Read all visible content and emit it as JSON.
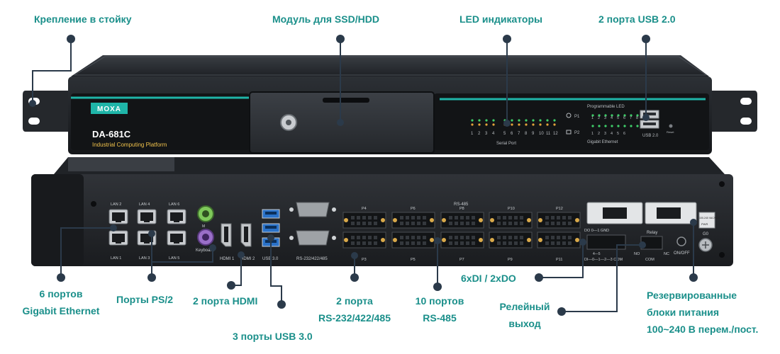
{
  "front": {
    "brand": "MOXA",
    "model": "DA-681C",
    "subtitle": "Industrial Computing Platform",
    "programmable_led": "Programmable LED",
    "serial_port": "Serial Port",
    "gigabit_ethernet": "Gigabit Ethernet",
    "usb": "USB 2.0",
    "reset": "Reset",
    "p1": "P1",
    "p2": "P2",
    "serial_numbers": [
      "1",
      "2",
      "3",
      "4",
      "5",
      "6",
      "7",
      "8",
      "9",
      "10",
      "11",
      "12"
    ],
    "led_numbers": [
      "1",
      "2",
      "3",
      "4",
      "5",
      "6",
      "7",
      "8"
    ]
  },
  "rear": {
    "lan_top": [
      "LAN 2",
      "LAN 4",
      "LAN 6"
    ],
    "lan_bottom": [
      "LAN 1",
      "LAN 3",
      "LAN 5"
    ],
    "keyboard": "Keyboard",
    "mouse": "M",
    "hdmi": [
      "HDMI 1",
      "HDMI 2"
    ],
    "usb3": "USB 3.0",
    "rs232": "RS-232/422/485",
    "rs485": "RS-485",
    "ports_top": [
      "P4",
      "P6",
      "P8",
      "P10",
      "P12"
    ],
    "ports_bottom": [
      "P3",
      "P5",
      "P7",
      "P9",
      "P11"
    ],
    "dio_top": "DO   0—1   GND",
    "dio_bottom": "DI—0—1—2—3  COM",
    "dio_mid": "4—5",
    "relay": "Relay",
    "relay_no": "NO",
    "relay_nc": "NC",
    "relay_com": "COM",
    "onoff": "ON/OFF",
    "power_label": "100-240 VAC/VDC",
    "pwr": "PWR",
    "g0": "G0"
  },
  "callouts": {
    "rack_mount": "Крепление в стойку",
    "ssd_module": "Модуль для SSD/HDD",
    "led": "LED индикаторы",
    "usb2": "2 порта USB 2.0",
    "eth_line1": "6 портов",
    "eth_line2": "Gigabit Ethernet",
    "ps2": "Порты PS/2",
    "hdmi": "2 порта HDMI",
    "usb3": "3 порты USB 3.0",
    "rs232_line1": "2 порта",
    "rs232_line2": "RS-232/422/485",
    "rs485_line1": "10 портов",
    "rs485_line2": "RS-485",
    "dido": "6xDI / 2xDO",
    "relay_line1": "Релейный",
    "relay_line2": "выход",
    "psu_line1": "Резервированные",
    "psu_line2": "блоки питания",
    "psu_line3": "100~240 В перем./пост."
  },
  "colors": {
    "label": "#1a8f8a",
    "leader": "#2b3a4a",
    "chassis": "#2a2d31",
    "accent": "#1fb5a8"
  }
}
